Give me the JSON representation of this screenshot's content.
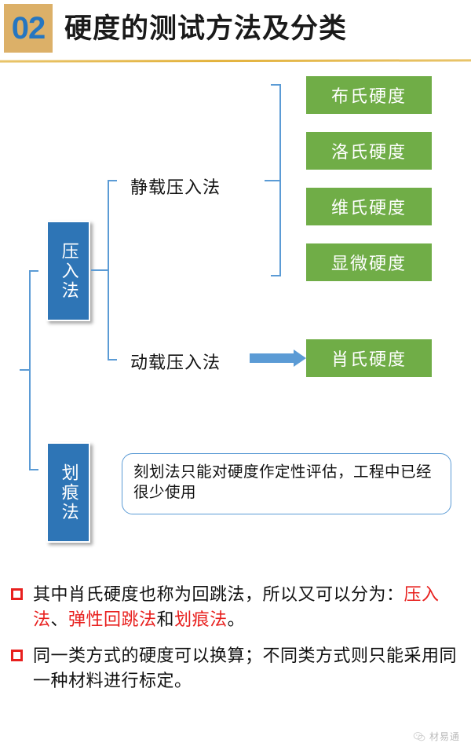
{
  "header": {
    "number": "02",
    "title": "硬度的测试方法及分类",
    "number_box_color": "#dcb068",
    "number_color": "#2676c0",
    "rule_color": "#e3b23c"
  },
  "diagram": {
    "root_boxes": [
      {
        "label": "压入法",
        "color": "#2e75b6"
      },
      {
        "label": "划痕法",
        "color": "#2e75b6"
      }
    ],
    "mid_labels": [
      {
        "label": "静载压入法"
      },
      {
        "label": "动载压入法"
      }
    ],
    "static_methods": [
      {
        "label": "布氏硬度",
        "color": "#70ad47"
      },
      {
        "label": "洛氏硬度",
        "color": "#70ad47"
      },
      {
        "label": "维氏硬度",
        "color": "#70ad47"
      },
      {
        "label": "显微硬度",
        "color": "#70ad47"
      }
    ],
    "dynamic_method": {
      "label": "肖氏硬度",
      "color": "#70ad47"
    },
    "note": "刻划法只能对硬度作定性评估，工程中已经很少使用",
    "connector_color": "#5b9bd5"
  },
  "bullets": [
    {
      "parts": [
        {
          "text": "其中肖氏硬度也称为回跳法，所以又可以分为：",
          "color": "black"
        },
        {
          "text": "压入法",
          "color": "red"
        },
        {
          "text": "、",
          "color": "black"
        },
        {
          "text": "弹性回跳法",
          "color": "red"
        },
        {
          "text": "和",
          "color": "black"
        },
        {
          "text": "划痕法",
          "color": "red"
        },
        {
          "text": "。",
          "color": "black"
        }
      ]
    },
    {
      "parts": [
        {
          "text": "同一类方式的硬度可以换算；不同类方式则只能采用同一种材料进行标定。",
          "color": "black"
        }
      ]
    }
  ],
  "footer": {
    "watermark": "材易通"
  }
}
